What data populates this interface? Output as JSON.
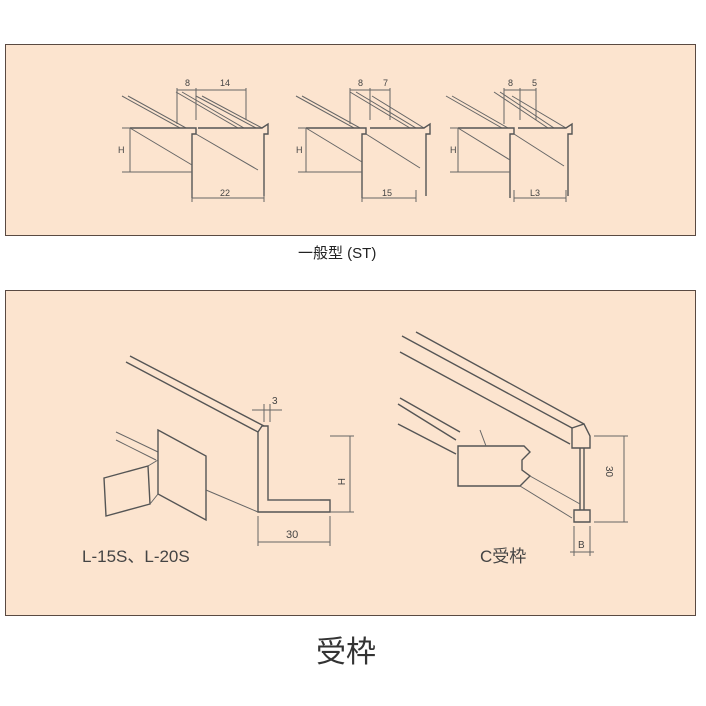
{
  "top_panel": {
    "caption": "一般型 (ST)",
    "profiles": [
      {
        "dim_a": "8",
        "dim_b": "14",
        "height_label": "H",
        "width_label": "22"
      },
      {
        "dim_a": "8",
        "dim_b": "7",
        "height_label": "H",
        "width_label": "15"
      },
      {
        "dim_a": "8",
        "dim_b": "5",
        "height_label": "H",
        "width_label": "L3"
      }
    ]
  },
  "bottom_panel": {
    "caption": "受枠",
    "l_frame": {
      "label": "L-15S、L-20S",
      "thickness": "3",
      "height_label": "H",
      "width": "30"
    },
    "c_frame": {
      "label": "C受枠",
      "height": "30",
      "width_label": "B"
    }
  },
  "colors": {
    "panel_bg": "#fce4cf",
    "border": "#5a4a42",
    "line": "#666666"
  }
}
